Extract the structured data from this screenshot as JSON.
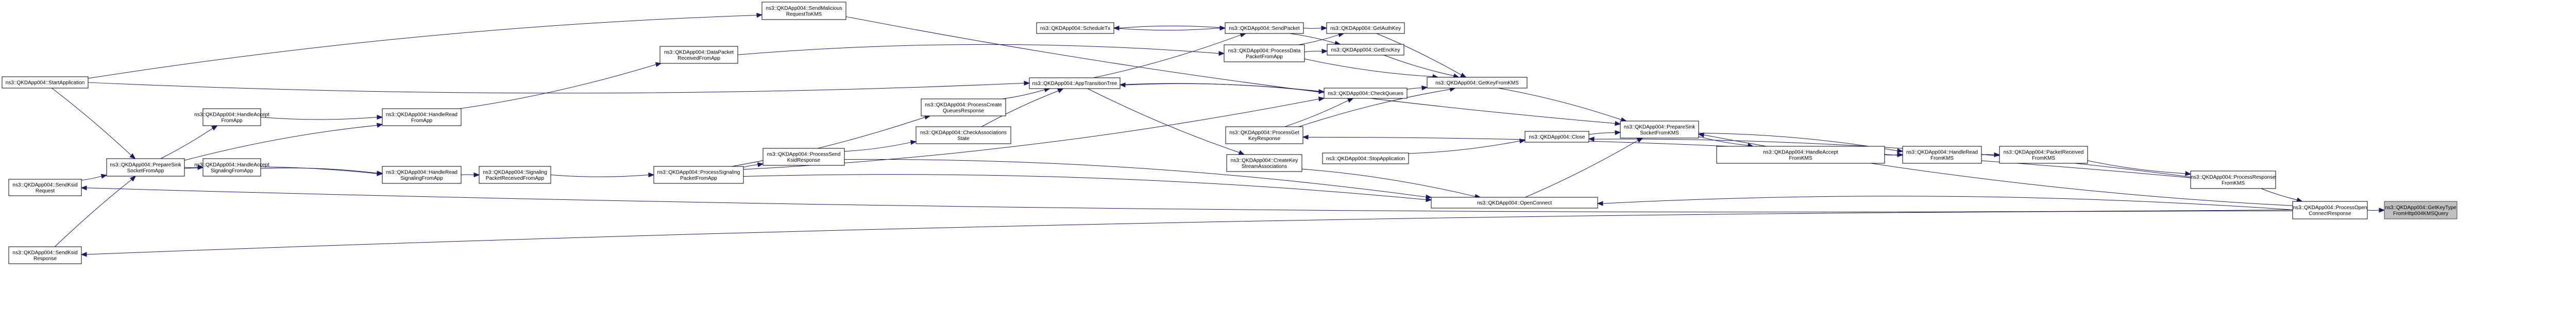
{
  "diagram": {
    "type": "call-graph",
    "title": "Caller graph of ns3::QKDApp004::GetKeyTypeFromHttp004KMSQuery",
    "colors": {
      "edge": "#191970",
      "node_border": "#000000",
      "current_node_fill": "#bfbfbf"
    },
    "nodes": [
      {
        "id": "StartApplication",
        "lines": [
          "ns3::QKDApp004::StartApplication"
        ]
      },
      {
        "id": "SendKsidRequest",
        "lines": [
          "ns3::QKDApp004::SendKsid",
          "Request"
        ]
      },
      {
        "id": "SendKsidResponse",
        "lines": [
          "ns3::QKDApp004::SendKsid",
          "Response"
        ]
      },
      {
        "id": "PrepareSinkSocketFromApp",
        "lines": [
          "ns3::QKDApp004::PrepareSink",
          "SocketFromApp"
        ]
      },
      {
        "id": "HandleAcceptFromApp",
        "lines": [
          "ns3::QKDApp004::HandleAccept",
          "FromApp"
        ]
      },
      {
        "id": "HandleAcceptSignalingFromApp",
        "lines": [
          "ns3::QKDApp004::HandleAccept",
          "SignalingFromApp"
        ]
      },
      {
        "id": "HandleReadFromApp",
        "lines": [
          "ns3::QKDApp004::HandleRead",
          "FromApp"
        ]
      },
      {
        "id": "HandleReadSignalingFromApp",
        "lines": [
          "ns3::QKDApp004::HandleRead",
          "SignalingFromApp"
        ]
      },
      {
        "id": "SignalingPacketReceivedFromApp",
        "lines": [
          "ns3::QKDApp004::Signaling",
          "PacketReceivedFromApp"
        ]
      },
      {
        "id": "ProcessSignalingPacketFromApp",
        "lines": [
          "ns3::QKDApp004::ProcessSignaling",
          "PacketFromApp"
        ]
      },
      {
        "id": "DataPacketReceivedFromApp",
        "lines": [
          "ns3::QKDApp004::DataPacket",
          "ReceivedFromApp"
        ]
      },
      {
        "id": "SendMaliciousRequestToKMS",
        "lines": [
          "ns3::QKDApp004::SendMalicious",
          "RequestToKMS"
        ]
      },
      {
        "id": "ProcessSendKsidResponse",
        "lines": [
          "ns3::QKDApp004::ProcessSend",
          "KsidResponse"
        ]
      },
      {
        "id": "ProcessCreateQueuesResponse",
        "lines": [
          "ns3::QKDApp004::ProcessCreate",
          "QueuesResponse"
        ]
      },
      {
        "id": "CheckAssociationsState",
        "lines": [
          "ns3::QKDApp004::CheckAssociations",
          "State"
        ]
      },
      {
        "id": "AppTransitionTree",
        "lines": [
          "ns3::QKDApp004::AppTransitionTree"
        ]
      },
      {
        "id": "ScheduleTx",
        "lines": [
          "ns3::QKDApp004::ScheduleTx"
        ]
      },
      {
        "id": "SendPacket",
        "lines": [
          "ns3::QKDApp004::SendPacket"
        ]
      },
      {
        "id": "ProcessDataPacketFromApp",
        "lines": [
          "ns3::QKDApp004::ProcessData",
          "PacketFromApp"
        ]
      },
      {
        "id": "GetAuthKey",
        "lines": [
          "ns3::QKDApp004::GetAuthKey"
        ]
      },
      {
        "id": "GetEncKey",
        "lines": [
          "ns3::QKDApp004::GetEncKey"
        ]
      },
      {
        "id": "CheckQueues",
        "lines": [
          "ns3::QKDApp004::CheckQueues"
        ]
      },
      {
        "id": "ProcessGetKeyResponse",
        "lines": [
          "ns3::QKDApp004::ProcessGet",
          "KeyResponse"
        ]
      },
      {
        "id": "CreateKeyStreamAssociations",
        "lines": [
          "ns3::QKDApp004::CreateKey",
          "StreamAssociations"
        ]
      },
      {
        "id": "StopApplication",
        "lines": [
          "ns3::QKDApp004::StopApplication"
        ]
      },
      {
        "id": "GetKeyFromKMS",
        "lines": [
          "ns3::QKDApp004::GetKeyFromKMS"
        ]
      },
      {
        "id": "Close",
        "lines": [
          "ns3::QKDApp004::Close"
        ]
      },
      {
        "id": "OpenConnect",
        "lines": [
          "ns3::QKDApp004::OpenConnect"
        ]
      },
      {
        "id": "PrepareSinkSocketFromKMS",
        "lines": [
          "ns3::QKDApp004::PrepareSink",
          "SocketFromKMS"
        ]
      },
      {
        "id": "HandleAcceptFromKMS",
        "lines": [
          "ns3::QKDApp004::HandleAccept",
          "FromKMS"
        ]
      },
      {
        "id": "HandleReadFromKMS",
        "lines": [
          "ns3::QKDApp004::HandleRead",
          "FromKMS"
        ]
      },
      {
        "id": "PacketReceivedFromKMS",
        "lines": [
          "ns3::QKDApp004::PacketReceived",
          "FromKMS"
        ]
      },
      {
        "id": "ProcessResponseFromKMS",
        "lines": [
          "ns3::QKDApp004::ProcessResponse",
          "FromKMS"
        ]
      },
      {
        "id": "ProcessOpenConnectResponse",
        "lines": [
          "ns3::QKDApp004::ProcessOpen",
          "ConnectResponse"
        ]
      },
      {
        "id": "GetKeyTypeFromHttp004KMSQuery",
        "lines": [
          "ns3::QKDApp004::GetKeyType",
          "FromHttp004KMSQuery"
        ],
        "current": true
      }
    ],
    "edges": [
      {
        "from": "StartApplication",
        "to": "PrepareSinkSocketFromApp"
      },
      {
        "from": "SendKsidRequest",
        "to": "PrepareSinkSocketFromApp"
      },
      {
        "from": "SendKsidResponse",
        "to": "PrepareSinkSocketFromApp"
      },
      {
        "from": "PrepareSinkSocketFromApp",
        "to": "HandleAcceptFromApp"
      },
      {
        "from": "PrepareSinkSocketFromApp",
        "to": "HandleReadFromApp"
      },
      {
        "from": "PrepareSinkSocketFromApp",
        "to": "HandleAcceptSignalingFromApp"
      },
      {
        "from": "PrepareSinkSocketFromApp",
        "to": "HandleReadSignalingFromApp"
      },
      {
        "from": "HandleAcceptFromApp",
        "to": "HandleReadFromApp"
      },
      {
        "from": "HandleAcceptSignalingFromApp",
        "to": "HandleReadSignalingFromApp"
      },
      {
        "from": "HandleReadFromApp",
        "to": "DataPacketReceivedFromApp"
      },
      {
        "from": "HandleReadSignalingFromApp",
        "to": "SignalingPacketReceivedFromApp"
      },
      {
        "from": "SignalingPacketReceivedFromApp",
        "to": "ProcessSignalingPacketFromApp"
      },
      {
        "from": "StartApplication",
        "to": "SendMaliciousRequestToKMS"
      },
      {
        "from": "StartApplication",
        "to": "AppTransitionTree"
      },
      {
        "from": "DataPacketReceivedFromApp",
        "to": "ProcessDataPacketFromApp"
      },
      {
        "from": "ProcessSignalingPacketFromApp",
        "to": "ProcessCreateQueuesResponse"
      },
      {
        "from": "ProcessSignalingPacketFromApp",
        "to": "ProcessSendKsidResponse"
      },
      {
        "from": "ProcessSignalingPacketFromApp",
        "to": "CheckQueues"
      },
      {
        "from": "ProcessSignalingPacketFromApp",
        "to": "OpenConnect"
      },
      {
        "from": "ProcessSendKsidResponse",
        "to": "CheckAssociationsState"
      },
      {
        "from": "ProcessSendKsidResponse",
        "to": "OpenConnect"
      },
      {
        "from": "ProcessCreateQueuesResponse",
        "to": "AppTransitionTree"
      },
      {
        "from": "CheckAssociationsState",
        "to": "AppTransitionTree"
      },
      {
        "from": "AppTransitionTree",
        "to": "SendPacket"
      },
      {
        "from": "AppTransitionTree",
        "to": "CheckQueues"
      },
      {
        "from": "AppTransitionTree",
        "to": "CreateKeyStreamAssociations"
      },
      {
        "from": "CheckQueues",
        "to": "AppTransitionTree"
      },
      {
        "from": "ScheduleTx",
        "to": "SendPacket"
      },
      {
        "from": "SendPacket",
        "to": "ScheduleTx"
      },
      {
        "from": "SendPacket",
        "to": "GetAuthKey"
      },
      {
        "from": "SendPacket",
        "to": "GetEncKey"
      },
      {
        "from": "ProcessDataPacketFromApp",
        "to": "GetAuthKey"
      },
      {
        "from": "ProcessDataPacketFromApp",
        "to": "GetEncKey"
      },
      {
        "from": "ProcessDataPacketFromApp",
        "to": "GetKeyFromKMS"
      },
      {
        "from": "GetAuthKey",
        "to": "GetKeyFromKMS"
      },
      {
        "from": "GetEncKey",
        "to": "GetKeyFromKMS"
      },
      {
        "from": "CheckQueues",
        "to": "GetKeyFromKMS"
      },
      {
        "from": "ProcessGetKeyResponse",
        "to": "CheckQueues"
      },
      {
        "from": "ProcessGetKeyResponse",
        "to": "GetKeyFromKMS"
      },
      {
        "from": "SendMaliciousRequestToKMS",
        "to": "PrepareSinkSocketFromKMS"
      },
      {
        "from": "GetKeyFromKMS",
        "to": "PrepareSinkSocketFromKMS"
      },
      {
        "from": "StopApplication",
        "to": "Close"
      },
      {
        "from": "Close",
        "to": "PrepareSinkSocketFromKMS"
      },
      {
        "from": "OpenConnect",
        "to": "PrepareSinkSocketFromKMS"
      },
      {
        "from": "CreateKeyStreamAssociations",
        "to": "OpenConnect"
      },
      {
        "from": "PrepareSinkSocketFromKMS",
        "to": "HandleAcceptFromKMS"
      },
      {
        "from": "PrepareSinkSocketFromKMS",
        "to": "HandleReadFromKMS"
      },
      {
        "from": "HandleAcceptFromKMS",
        "to": "HandleReadFromKMS"
      },
      {
        "from": "HandleReadFromKMS",
        "to": "PacketReceivedFromKMS"
      },
      {
        "from": "PacketReceivedFromKMS",
        "to": "ProcessResponseFromKMS"
      },
      {
        "from": "ProcessResponseFromKMS",
        "to": "ProcessGetKeyResponse"
      },
      {
        "from": "ProcessResponseFromKMS",
        "to": "ProcessOpenConnectResponse"
      },
      {
        "from": "ProcessResponseFromKMS",
        "to": "Close"
      },
      {
        "from": "ProcessOpenConnectResponse",
        "to": "PrepareSinkSocketFromKMS"
      },
      {
        "from": "ProcessOpenConnectResponse",
        "to": "OpenConnect"
      },
      {
        "from": "ProcessOpenConnectResponse",
        "to": "SendKsidRequest"
      },
      {
        "from": "ProcessOpenConnectResponse",
        "to": "SendKsidResponse"
      },
      {
        "from": "ProcessOpenConnectResponse",
        "to": "GetKeyTypeFromHttp004KMSQuery"
      }
    ]
  }
}
